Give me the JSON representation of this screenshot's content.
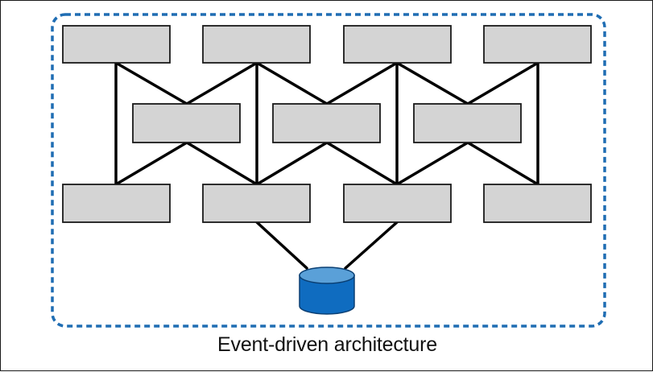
{
  "caption": "Event-driven architecture",
  "colors": {
    "service_fill": "#d4d4d4",
    "service_stroke": "#1a1a1a",
    "boundary_stroke": "#1f6db3",
    "database_top": "#5aa0d8",
    "database_body": "#0f6cc0",
    "connector": "#000000"
  },
  "diagram": {
    "top_row_services": 4,
    "middle_row_services": 3,
    "bottom_row_services": 4,
    "databases": 1,
    "icon": "database-icon"
  }
}
